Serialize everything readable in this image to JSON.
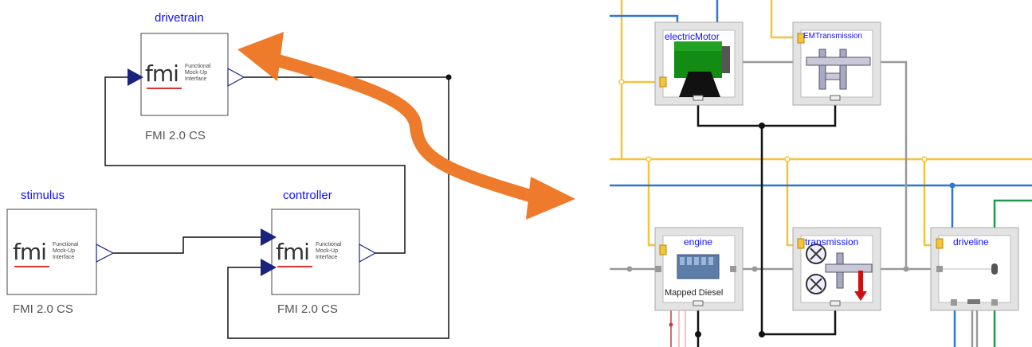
{
  "left": {
    "blocks": [
      {
        "key": "drivetrain",
        "title": "drivetrain",
        "subtitle": "FMI 2.0 CS"
      },
      {
        "key": "stimulus",
        "title": "stimulus",
        "subtitle": "FMI 2.0 CS"
      },
      {
        "key": "controller",
        "title": "controller",
        "subtitle": "FMI 2.0 CS"
      }
    ],
    "fmi_logo": {
      "big": "fmi",
      "line1": "Functional",
      "line2": "Mock-Up",
      "line3": "Interface"
    }
  },
  "right": {
    "components": [
      {
        "key": "electricMotor",
        "label": "electricMotor"
      },
      {
        "key": "EMTransmission",
        "label": "EMTransmission"
      },
      {
        "key": "engine",
        "label": "engine"
      },
      {
        "key": "transmission",
        "label": "transmission"
      },
      {
        "key": "driveline",
        "label": "driveline"
      }
    ],
    "engine_caption": "Mapped Diesel"
  },
  "colors": {
    "label_blue": "#1010ff",
    "arrow_orange": "#ee7b2c",
    "wire_yellow": "#f7c338",
    "wire_blue": "#2f77d0",
    "wire_green": "#1f9a4a",
    "wire_gray": "#888888",
    "motor_green": "#138c13"
  }
}
